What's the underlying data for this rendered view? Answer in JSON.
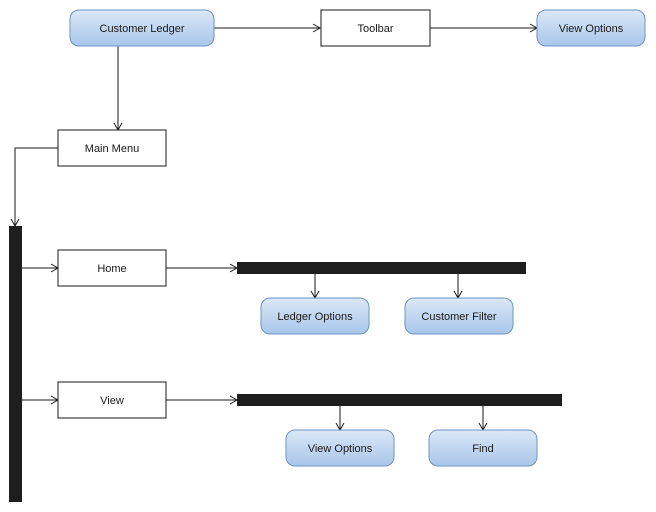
{
  "nodes": {
    "customer_ledger": "Customer Ledger",
    "toolbar": "Toolbar",
    "view_options_top": "View Options",
    "main_menu": "Main Menu",
    "home": "Home",
    "ledger_options": "Ledger Options",
    "customer_filter": "Customer Filter",
    "view": "View",
    "view_options_bottom": "View Options",
    "find": "Find"
  },
  "colors": {
    "action_fill_top": "#dbe8f7",
    "action_fill_bottom": "#a9c6ea",
    "action_stroke": "#6f93c4",
    "bar": "#1e1e1e",
    "line": "#1a1a1a"
  }
}
